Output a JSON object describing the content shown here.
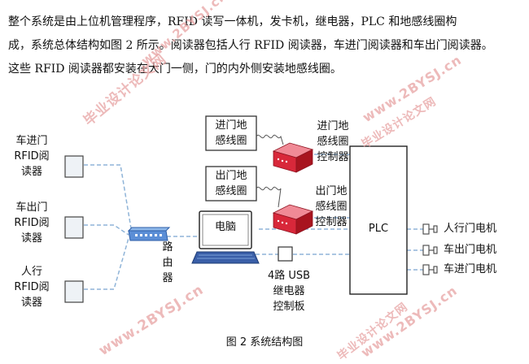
{
  "paragraph": {
    "line1": "        整个系统是由上位机管理程序，RFID 读写一体机，发卡机，继电器，PLC 和地感线圈构",
    "line2": "成，系统总体结构如图 2 所示。阅读器包括人行 RFID 阅读器，车进门阅读器和车出门阅读器。",
    "line3": "这些 RFID 阅读器都安装在大门一侧，门的内外侧安装地感线圈。"
  },
  "readers": [
    {
      "label": "车进门\nRFID阅\n读器"
    },
    {
      "label": "车出门\nRFID阅\n读器"
    },
    {
      "label": "人行\nRFID阅\n读器"
    }
  ],
  "router": {
    "label": "路\n由\n器"
  },
  "computer": {
    "label": "电脑"
  },
  "coils": [
    {
      "label": "进门地\n感线圈"
    },
    {
      "label": "出门地\n感线圈"
    }
  ],
  "controllers": [
    {
      "label": "进门地\n感线圈\n控制器"
    },
    {
      "label": "出门地\n感线圈\n控制器"
    }
  ],
  "relay": {
    "label": "4路 USB\n继电器\n控制板"
  },
  "plc": {
    "label": "PLC"
  },
  "motors": [
    {
      "label": "人行门电机"
    },
    {
      "label": "车出门电机"
    },
    {
      "label": "车进门电机"
    }
  ],
  "caption": "图 2  系统结构图",
  "watermarks": {
    "a": "毕业设计论文网",
    "b": "www.2BYSJ.cn",
    "c": "www.2BYSJ.cn",
    "d": "www.2BYSJ.cn",
    "e": "www.2BYSJ.cn",
    "f": "毕业设计论文网",
    "g": "毕业设计论文网"
  },
  "colors": {
    "line": "#8fb4d8",
    "device_red": "#d8283a",
    "watermark": "#e7a3a3"
  }
}
